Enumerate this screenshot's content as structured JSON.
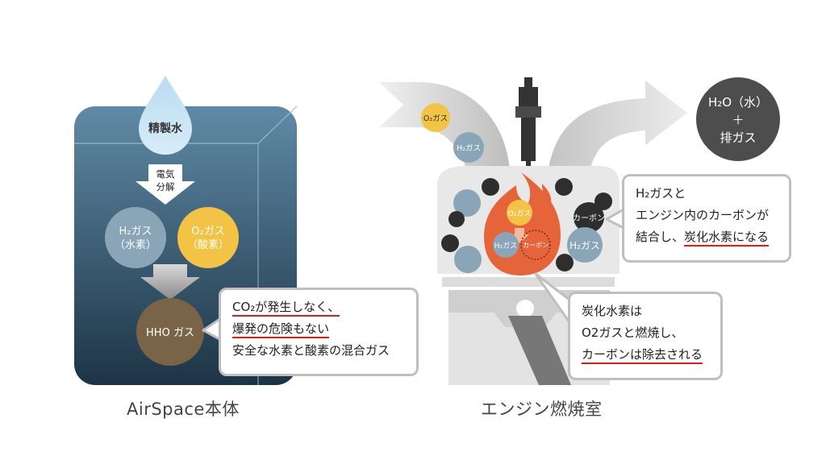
{
  "airspace": {
    "water_label": "精製水",
    "electrolysis_label_1": "電気",
    "electrolysis_label_2": "分解",
    "h2_label_1": "H₂ガス",
    "h2_label_2": "（水素）",
    "o2_label_1": "O₂ガス",
    "o2_label_2": "（酸素）",
    "hho_label": "HHO ガス",
    "caption": "AirSpace本体"
  },
  "airspace_callout": {
    "line1": "CO₂が発生しなく、",
    "line2": "爆発の危険もない",
    "line3": "安全な水素と酸素の混合ガス"
  },
  "engine": {
    "intake_o2": "O₂ガス",
    "intake_h2": "H₂ガス",
    "flame_o2": "O₂ガス",
    "flame_h2": "H₂ガス",
    "flame_carbon": "カーボン",
    "carbon_ball": "カーボン",
    "h2_ball": "H₂ガス",
    "exhaust_line1": "H₂O（水）",
    "exhaust_line2": "＋",
    "exhaust_line3": "排ガス",
    "caption": "エンジン燃焼室"
  },
  "engine_callout_top": {
    "line1": "H₂ガスと",
    "line2": "エンジン内のカーボンが",
    "line3_a": "結合し、",
    "line3_b": "炭化水素になる"
  },
  "engine_callout_bottom": {
    "line1": "炭化水素は",
    "line2": "O2ガスと燃焼し、",
    "line3": "カーボンは除去される"
  },
  "colors": {
    "tank_top": "#5f8aa6",
    "tank_bottom": "#1d3445",
    "h2": "#8aa5b8",
    "o2": "#f2c344",
    "hho": "#7a6448",
    "flame": "#e5643a",
    "underline": "#e01b1b",
    "exhaust": "#4d4d4d"
  }
}
